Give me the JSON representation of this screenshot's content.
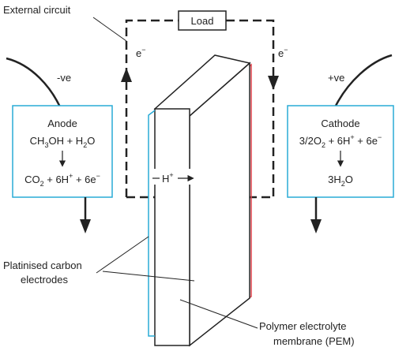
{
  "labels": {
    "external_circuit": "External circuit",
    "load": "Load",
    "electron_left": "e",
    "electron_right": "e",
    "electron_sup": "−",
    "anode_sign": "-ve",
    "cathode_sign": "+ve",
    "anode_title": "Anode",
    "cathode_title": "Cathode",
    "proton": "H",
    "proton_sup": "+",
    "electrodes_line1": "Platinised carbon",
    "electrodes_line2": "electrodes",
    "pem_line1": "Polymer electrolyte",
    "pem_line2": "membrane (PEM)"
  },
  "anode": {
    "reactant": "CH3OH + H2O",
    "product": "CO2 + 6H+ + 6e−"
  },
  "cathode": {
    "reactant": "3/2O2 + 6H+ + 6e−",
    "product": "3H2O"
  },
  "colors": {
    "box_border": "#29abd6",
    "anode_electrode": "#29abd6",
    "cathode_electrode": "#e0404a",
    "line": "#222222"
  }
}
